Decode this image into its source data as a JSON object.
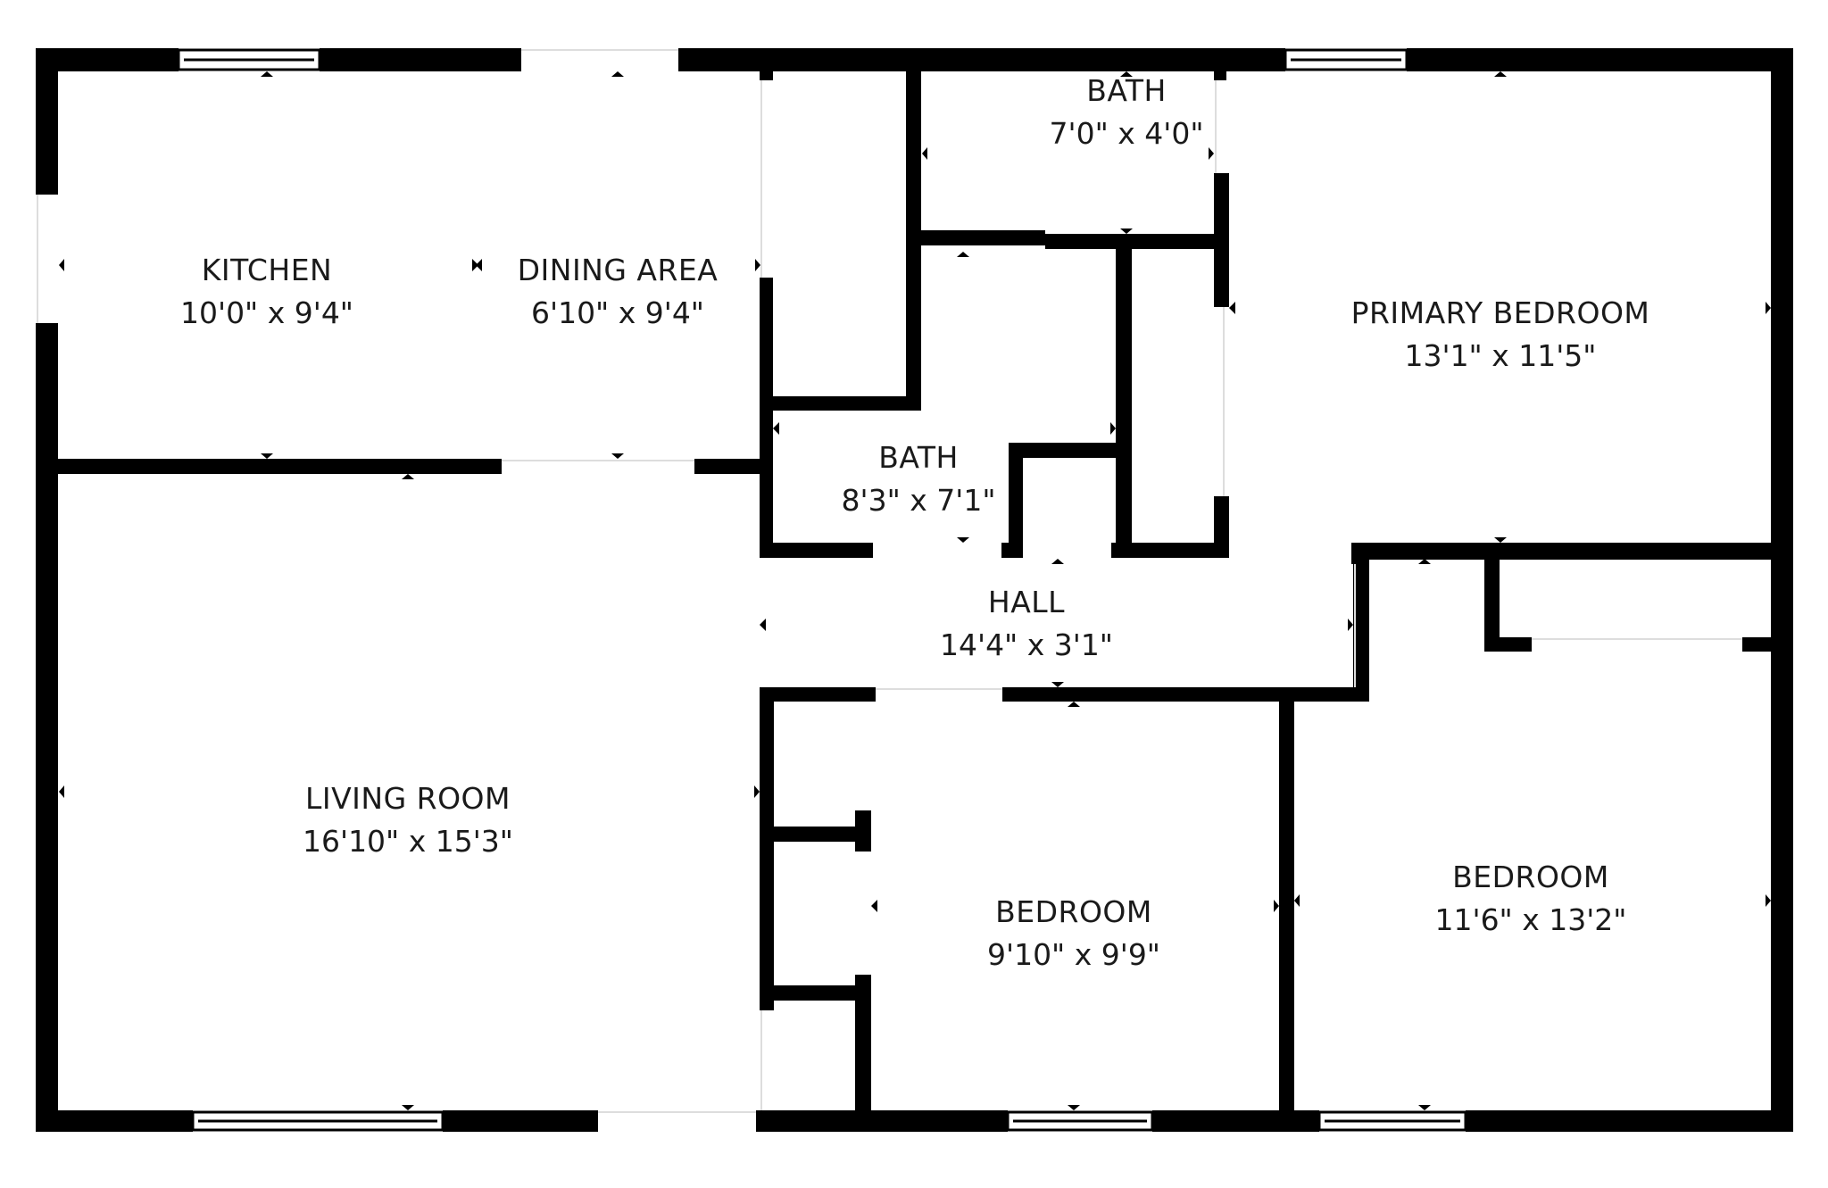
{
  "floorplan": {
    "colors": {
      "wall": "#000000",
      "background": "#ffffff",
      "window_frame": "#000000",
      "text": "#1a1a1a"
    },
    "rooms": [
      {
        "id": "kitchen",
        "name": "KITCHEN",
        "dims": "10'0\" x 9'4\""
      },
      {
        "id": "dining-area",
        "name": "DINING AREA",
        "dims": "6'10\" x 9'4\""
      },
      {
        "id": "bath-top",
        "name": "BATH",
        "dims": "7'0\" x 4'0\""
      },
      {
        "id": "primary-bedroom",
        "name": "PRIMARY BEDROOM",
        "dims": "13'1\" x 11'5\""
      },
      {
        "id": "bath-middle",
        "name": "BATH",
        "dims": "8'3\" x 7'1\""
      },
      {
        "id": "hall",
        "name": "HALL",
        "dims": "14'4\" x 3'1\""
      },
      {
        "id": "living-room",
        "name": "LIVING ROOM",
        "dims": "16'10\" x 15'3\""
      },
      {
        "id": "bedroom-center",
        "name": "BEDROOM",
        "dims": "9'10\" x 9'9\""
      },
      {
        "id": "bedroom-right",
        "name": "BEDROOM",
        "dims": "11'6\" x 13'2\""
      }
    ]
  }
}
